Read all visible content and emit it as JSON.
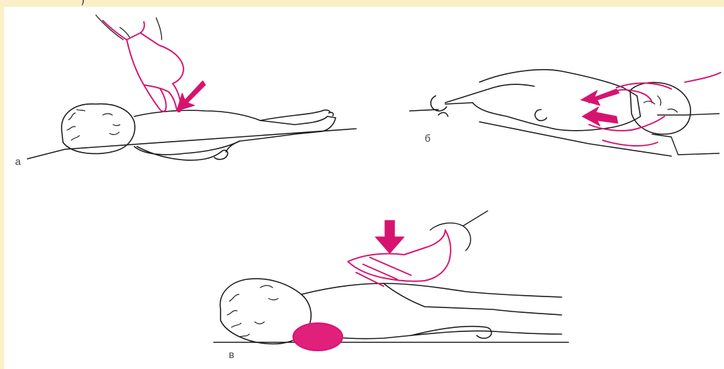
{
  "colors": {
    "page_background": "#fbefc8",
    "panel_background": "#ffffff",
    "line_art": "#1a1a1a",
    "highlight": "#d6146f"
  },
  "top_fragment": ")",
  "panels": [
    {
      "id": "a",
      "label": "а",
      "icons": [
        "infant-supine",
        "two-finger-press-hand",
        "down-arrow"
      ]
    },
    {
      "id": "b",
      "label": "б",
      "icons": [
        "infant-supine-reversed",
        "encircling-hands",
        "left-arrows"
      ]
    },
    {
      "id": "c",
      "label": "в",
      "icons": [
        "infant-supine-large",
        "palm-press-hand",
        "down-arrow",
        "shoulder-roll"
      ]
    }
  ]
}
